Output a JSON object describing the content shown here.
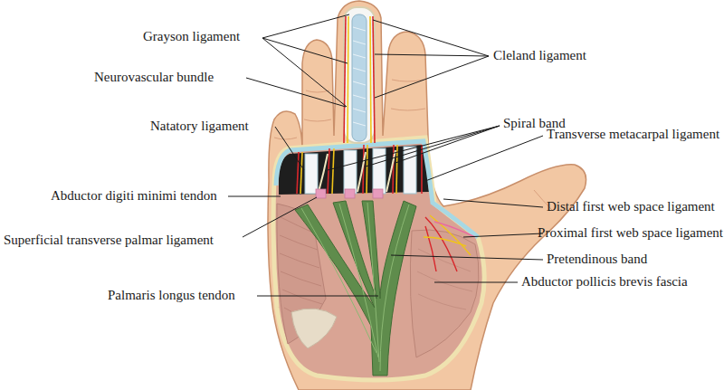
{
  "diagram": {
    "labels": [
      "Grayson ligament",
      "Cleland ligament",
      "Neurovascular bundle",
      "Natatory ligament",
      "Spiral band",
      "Transverse metacarpal ligament",
      "Abductor digiti minimi tendon",
      "Distal first web space ligament",
      "Superficial transverse palmar ligament",
      "Proximal first web space ligament",
      "Pretendinous band",
      "Abductor pollicis brevis fascia",
      "Palmaris longus tendon"
    ]
  }
}
